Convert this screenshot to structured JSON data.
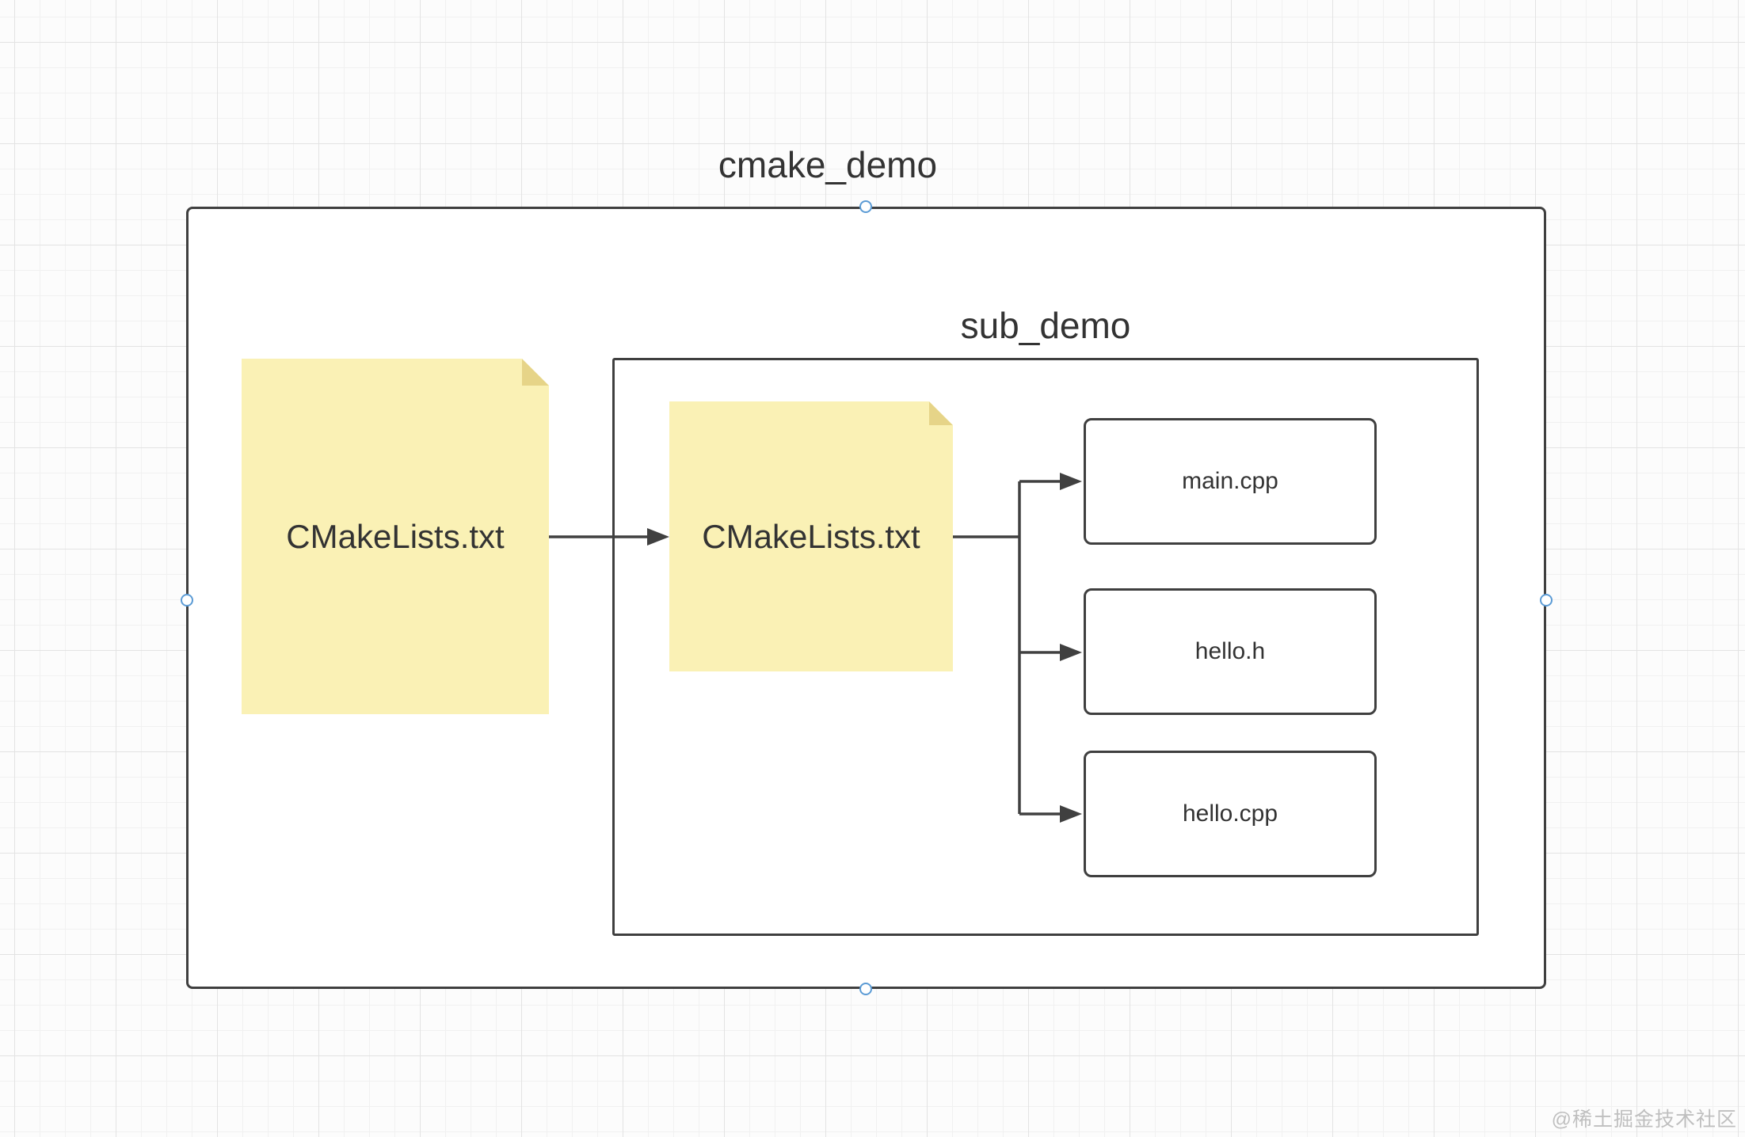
{
  "canvas": {
    "title": "cmake_demo",
    "outer_group_name": "cmake_demo",
    "sub_group_label": "sub_demo",
    "root_cmake_note": "CMakeLists.txt",
    "sub_cmake_note": "CMakeLists.txt",
    "source_files": [
      {
        "label": "main.cpp"
      },
      {
        "label": "hello.h"
      },
      {
        "label": "hello.cpp"
      }
    ]
  },
  "watermark": "@稀土掘金技术社区",
  "colors": {
    "note_fill": "#FAF1B5",
    "note_fold": "#E6D488",
    "shape_border": "#3F3F3F",
    "connector": "#404040",
    "handle_stroke": "#5B9BD5",
    "text": "#333333",
    "grid_minor": "#F1F1F1",
    "grid_major": "#E3E3E3",
    "watermark": "#BFBFBF"
  }
}
